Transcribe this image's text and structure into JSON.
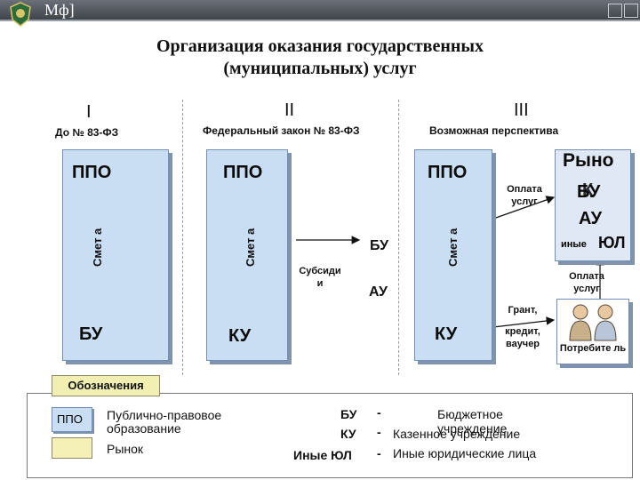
{
  "header": {
    "ministry": "Мф]"
  },
  "title": {
    "line1": "Организация оказания государственных",
    "line2": "(муниципальных) услуг"
  },
  "columns": [
    {
      "roman": "I",
      "heading": "До № 83-ФЗ"
    },
    {
      "roman": "II",
      "heading": "Федеральный закон № 83-ФЗ"
    },
    {
      "roman": "III",
      "heading": "Возможная перспектива"
    }
  ],
  "col1": {
    "ppo": "ППО",
    "smeta": "Смет а",
    "unit": "БУ"
  },
  "col2": {
    "ppo": "ППО",
    "smeta": "Смет а",
    "unit": "КУ",
    "subsidies": "Субсиди и",
    "bu": "БУ",
    "au": "АУ"
  },
  "col3": {
    "ppo": "ППО",
    "smeta": "Смет а",
    "unit": "КУ",
    "payment": "Оплата услуг",
    "grant": "Грант,",
    "credit": "кредит, ваучер"
  },
  "market": {
    "title": "Рыно",
    "overlap1": "БУ",
    "overlap2": "К",
    "au": "АУ",
    "other_small": "иные",
    "other_big": "ЮЛ"
  },
  "consumer": {
    "payment": "Оплата услуг",
    "label": "Потребите ль"
  },
  "legend": {
    "tab": "Обозначения",
    "ppo_sym": "ППО",
    "ppo_text": "Публично-правовое образование",
    "market_text": "Рынок",
    "bu_sym": "БУ",
    "bu_text": "Бюджетное учреждение",
    "ku_sym": "КУ",
    "ku_text": "Казенное учреждение",
    "yul_sym": "Иные ЮЛ",
    "yul_text": "Иные юридические лица",
    "dash": "-"
  }
}
